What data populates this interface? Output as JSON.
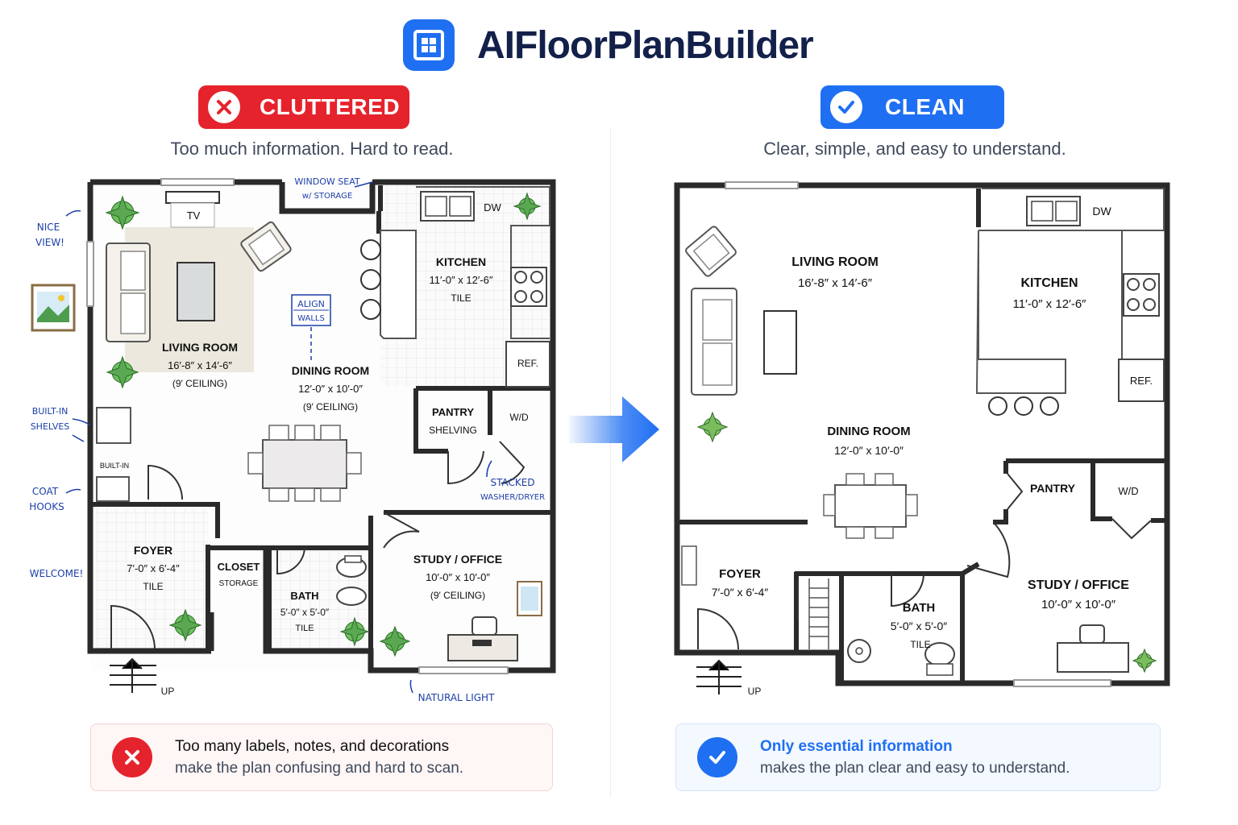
{
  "brand": {
    "name": "AIFloorPlanBuilder",
    "logo_icon": "grid-plan-icon",
    "accent": "#1f6ff2"
  },
  "left": {
    "badge": "CLUTTERED",
    "badge_color": "#e5232c",
    "subtitle": "Too much information. Hard to read.",
    "rooms": {
      "living": {
        "name": "LIVING ROOM",
        "dim": "16′-8″ x 14′-6″",
        "extra": "(9′ CEILING)"
      },
      "dining": {
        "name": "DINING ROOM",
        "dim": "12′-0″ x 10′-0″",
        "extra": "(9′ CEILING)"
      },
      "kitchen": {
        "name": "KITCHEN",
        "dim": "11′-0″ x 12′-6″",
        "extra": "TILE"
      },
      "pantry": {
        "name": "PANTRY",
        "extra": "SHELVING"
      },
      "wd": "W/D",
      "dw": "DW",
      "ref": "REF.",
      "tv": "TV",
      "foyer": {
        "name": "FOYER",
        "dim": "7′-0″ x 6′-4″",
        "extra": "TILE"
      },
      "closet": {
        "name": "CLOSET",
        "extra": "STORAGE"
      },
      "bath": {
        "name": "BATH",
        "dim": "5′-0″ x 5′-0″",
        "extra": "TILE"
      },
      "study": {
        "name": "STUDY / OFFICE",
        "dim": "10′-0″ x 10′-0″",
        "extra": "(9′ CEILING)"
      },
      "builtin": "BUILT-IN",
      "up": "UP"
    },
    "annotations": {
      "nice1": "NICE",
      "nice2": "VIEW!",
      "window1": "WINDOW SEAT",
      "window2": "w/ STORAGE",
      "align1": "ALIGN",
      "align2": "WALLS",
      "shelves1": "BUILT-IN",
      "shelves2": "SHELVES",
      "coat1": "COAT",
      "coat2": "HOOKS",
      "welcome": "WELCOME!",
      "stacked1": "STACKED",
      "stacked2": "WASHER/DRYER",
      "natural": "NATURAL LIGHT"
    },
    "note": {
      "line1": "Too many labels, notes, and decorations",
      "line2": "make the plan confusing and hard to scan."
    }
  },
  "right": {
    "badge": "CLEAN",
    "badge_color": "#1f6ff2",
    "subtitle": "Clear, simple, and easy to understand.",
    "rooms": {
      "living": {
        "name": "LIVING ROOM",
        "dim": "16′-8″ x 14′-6″"
      },
      "kitchen": {
        "name": "KITCHEN",
        "dim": "11′-0″ x 12′-6″"
      },
      "dining": {
        "name": "DINING ROOM",
        "dim": "12′-0″ x 10′-0″"
      },
      "pantry": "PANTRY",
      "wd": "W/D",
      "dw": "DW",
      "ref": "REF.",
      "foyer": {
        "name": "FOYER",
        "dim": "7′-0″ x 6′-4″"
      },
      "bath": {
        "name": "BATH",
        "dim": "5′-0″ x 5′-0″",
        "extra": "TILE"
      },
      "study": {
        "name": "STUDY / OFFICE",
        "dim": "10′-0″ x 10′-0″"
      },
      "up": "UP"
    },
    "note": {
      "line1": "Only essential information",
      "line2": "makes the plan clear and easy to understand."
    }
  }
}
